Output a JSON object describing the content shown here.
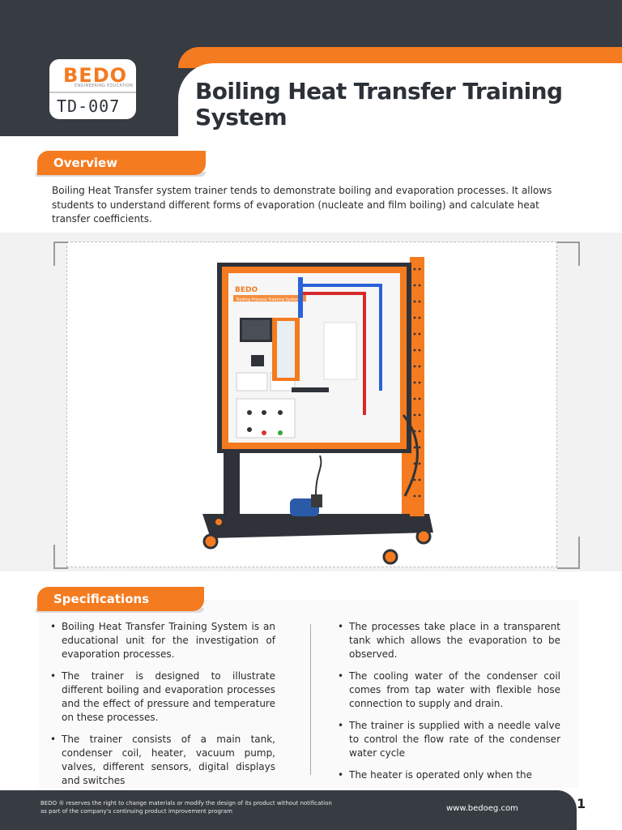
{
  "header": {
    "logo_text": "BEDO",
    "logo_subtext": "ENGINEERING EDUCATION",
    "product_code": "TD-007",
    "title": "Boiling Heat Transfer Training System"
  },
  "overview": {
    "heading": "Overview",
    "text": "Boiling Heat Transfer system trainer tends to demonstrate boiling and evaporation processes. It allows students to understand different forms of evaporation (nucleate and film boiling) and calculate heat transfer coefficients."
  },
  "product_image": {
    "panel_logo": "BEDO",
    "panel_banner": "Boiling Process Training System",
    "colors": {
      "frame": "#f47b20",
      "stand": "#2f3339",
      "panel": "#f4f4f4"
    }
  },
  "specifications": {
    "heading": "Specifications",
    "left": [
      "Boiling Heat Transfer Training System is an educational unit for the investigation of evaporation processes.",
      "The trainer is designed to illustrate different boiling and evaporation processes and the effect of pressure and temperature on these processes.",
      "The trainer consists of a main tank, condenser coil, heater, vacuum pump, valves, different sensors, digital displays and switches"
    ],
    "right": [
      "The processes take place in a transparent tank which allows the evaporation to be observed.",
      "The cooling water of the condenser coil comes from tap water with flexible hose connection to supply and drain.",
      "The trainer is supplied with a needle valve to control the flow rate of the condenser water cycle",
      "The heater is operated only when the"
    ]
  },
  "footer": {
    "disclaimer": "BEDO ® reserves the right to change materials or modify the design of its product without notification as part of the company's continuing product improvement program",
    "url": "www.bedoeg.com",
    "page_number": "1"
  },
  "colors": {
    "accent": "#f47b20",
    "dark": "#373b42"
  }
}
